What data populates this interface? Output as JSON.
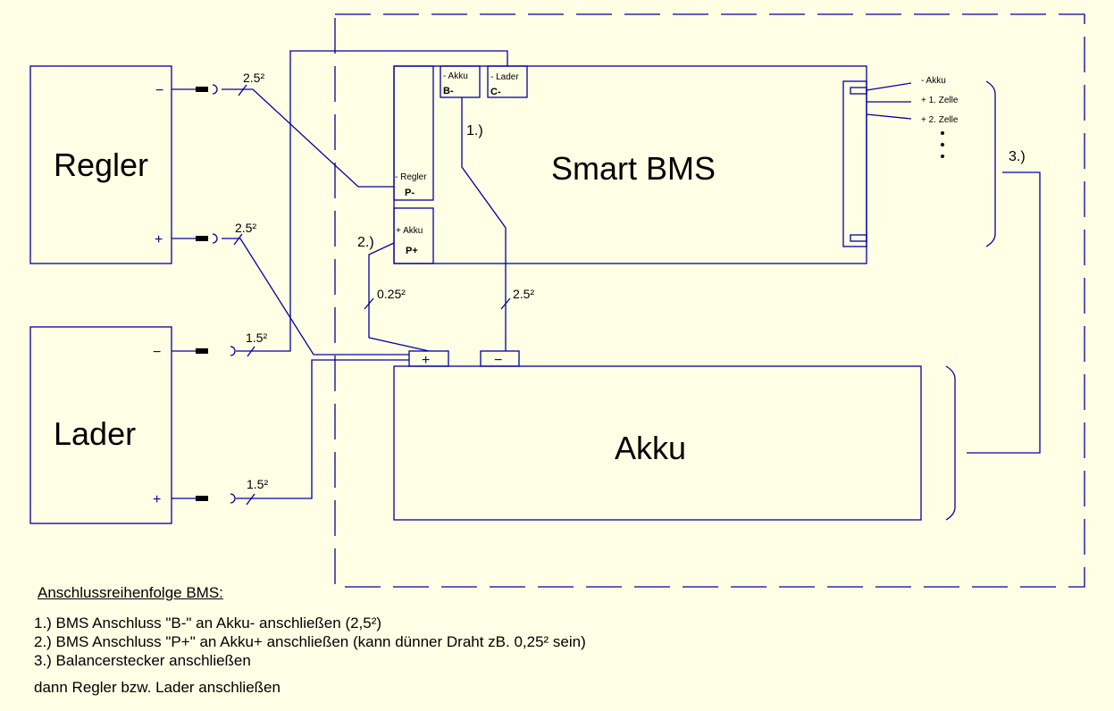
{
  "boxes": {
    "regler": "Regler",
    "lader": "Lader",
    "smart_bms": "Smart BMS",
    "akku": "Akku"
  },
  "bms_ports": {
    "b_minus_label": "- Akku",
    "b_minus_id": "B-",
    "c_minus_label": "- Lader",
    "c_minus_id": "C-",
    "p_minus_label": "- Regler",
    "p_minus_id": "P-",
    "p_plus_label": "+ Akku",
    "p_plus_id": "P+"
  },
  "balancer": {
    "line1": "- Akku",
    "line2": "+ 1. Zelle",
    "line3": "+ 2. Zelle"
  },
  "step_markers": {
    "s1": "1.)",
    "s2": "2.)",
    "s3": "3.)"
  },
  "wire_sizes": {
    "regler_minus": "2.5²",
    "regler_plus": "2.5²",
    "lader_minus": "1.5²",
    "lader_plus": "1.5²",
    "p_plus_wire": "0.25²",
    "b_minus_wire": "2.5²"
  },
  "terminals": {
    "plus": "+",
    "minus": "−"
  },
  "colors": {
    "background": "#ffffe6",
    "lines": "#0000a0"
  },
  "notes": {
    "title": "Anschlussreihenfolge BMS:",
    "step1": "1.) BMS Anschluss \"B-\" an  Akku- anschließen (2,5²)",
    "step2": "2.) BMS Anschluss \"P+\" an Akku+ anschließen (kann dünner Draht zB. 0,25² sein)",
    "step3": "3.) Balancerstecker anschließen",
    "final": "dann Regler bzw. Lader anschließen"
  }
}
